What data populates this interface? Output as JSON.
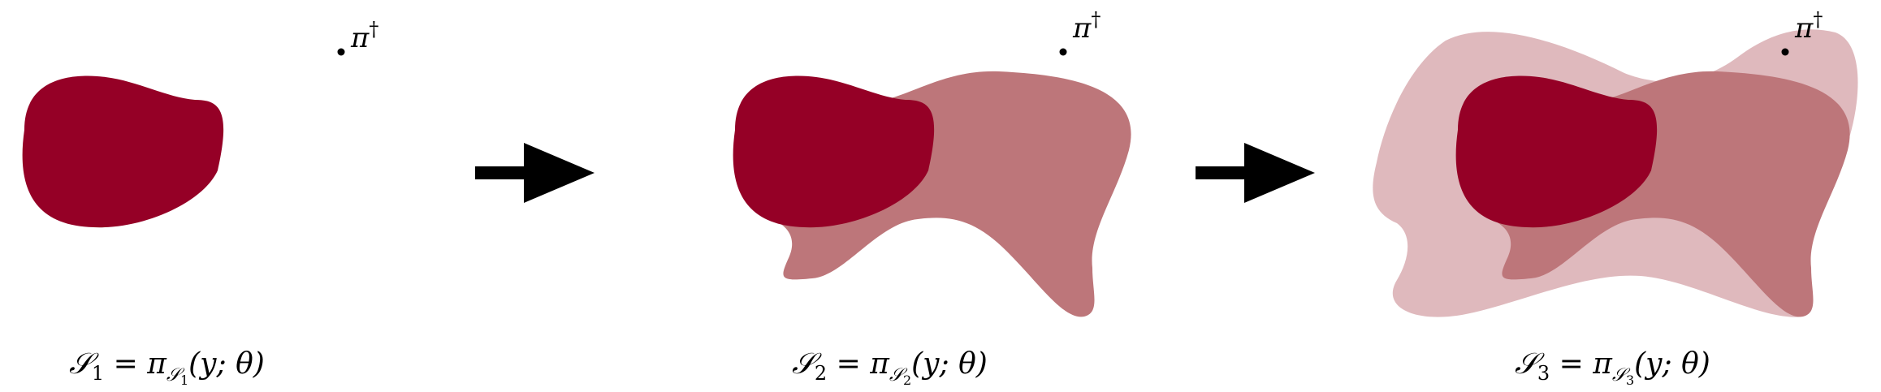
{
  "colors": {
    "dark": "#950026",
    "medium": "#bd767a",
    "light": "#dfb9bd",
    "ink": "#000000",
    "background": "#ffffff"
  },
  "target": {
    "symbol": "π",
    "superscript": "†"
  },
  "panels": [
    {
      "set_symbol": "𝒮",
      "index": "1",
      "rhs_symbol": "π",
      "args": "(y; θ)"
    },
    {
      "set_symbol": "𝒮",
      "index": "2",
      "rhs_symbol": "π",
      "args": "(y; θ)"
    },
    {
      "set_symbol": "𝒮",
      "index": "3",
      "rhs_symbol": "π",
      "args": "(y; θ)"
    }
  ],
  "equals": "=",
  "arrows": [
    {
      "icon": "right-arrow-icon"
    },
    {
      "icon": "right-arrow-icon"
    }
  ]
}
